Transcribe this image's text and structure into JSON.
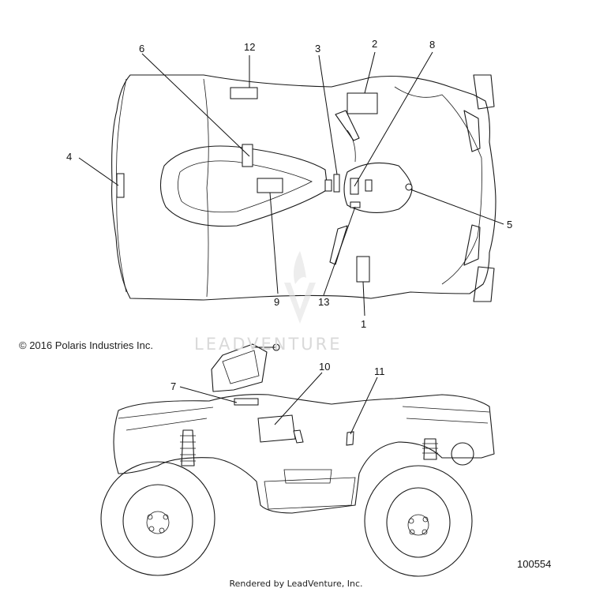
{
  "copyright": "© 2016 Polaris Industries Inc.",
  "part_number": "100554",
  "rendered_by": "Rendered by LeadVenture, Inc.",
  "watermark": "LEADVENTURE",
  "callouts": {
    "c1": "1",
    "c2": "2",
    "c3": "3",
    "c4": "4",
    "c5": "5",
    "c6": "6",
    "c7": "7",
    "c8": "8",
    "c9": "9",
    "c10": "10",
    "c11": "11",
    "c12": "12",
    "c13": "13"
  },
  "colors": {
    "line": "#1a1a1a",
    "watermark": "#d9d9d9",
    "background": "#ffffff"
  }
}
